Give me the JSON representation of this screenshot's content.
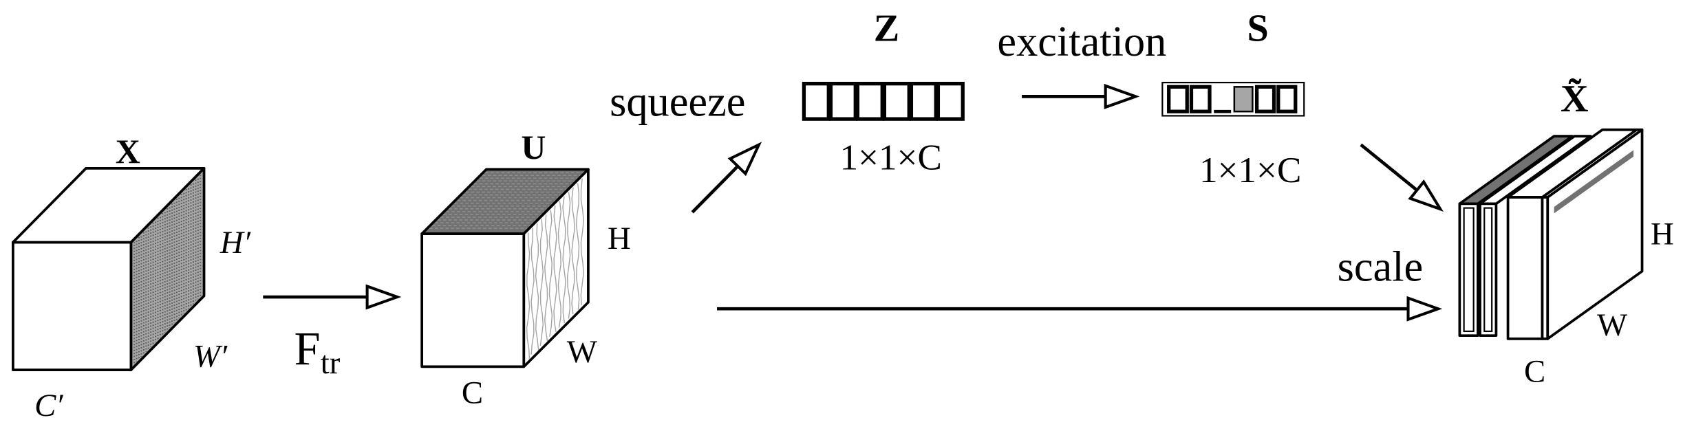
{
  "diagram": {
    "input": {
      "label": "X",
      "height": "H′",
      "width": "W′",
      "channels": "C′"
    },
    "transform": {
      "label": "F",
      "subscript": "tr"
    },
    "feature": {
      "label": "U",
      "height": "H",
      "width": "W",
      "channels": "C"
    },
    "squeeze": {
      "label": "squeeze"
    },
    "z": {
      "label": "Z",
      "shape": "1×1×C"
    },
    "excitation": {
      "label": "excitation"
    },
    "s": {
      "label": "S",
      "shape": "1×1×C"
    },
    "scale": {
      "label": "scale"
    },
    "output": {
      "label": "X̃",
      "height": "H",
      "width": "W",
      "channels": "C"
    }
  },
  "colors": {
    "line": "#000000",
    "background": "#ffffff",
    "shade_light": "#a6a6a6",
    "shade_dark": "#727272"
  }
}
